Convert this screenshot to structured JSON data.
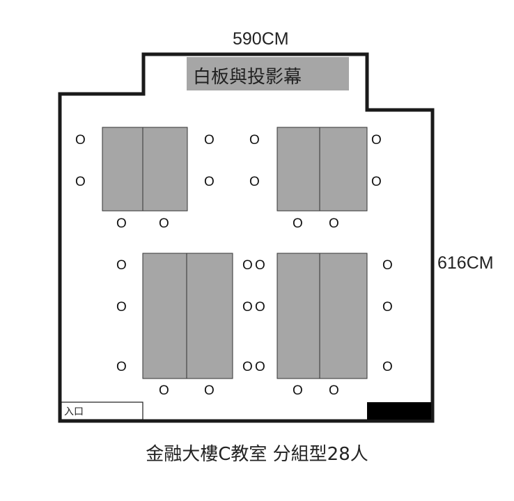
{
  "dimensions": {
    "width_label": "590CM",
    "height_label": "616CM"
  },
  "room": {
    "whiteboard_label": "白板與投影幕",
    "entrance_label": "入口"
  },
  "caption": "金融大樓C教室  分組型28人",
  "seat_symbol": "O",
  "colors": {
    "wall": "#1a1a1a",
    "table_fill": "#a6a6a6",
    "table_stroke": "#333333",
    "whiteboard_fill": "#a6a6a6",
    "block_fill": "#000000"
  }
}
